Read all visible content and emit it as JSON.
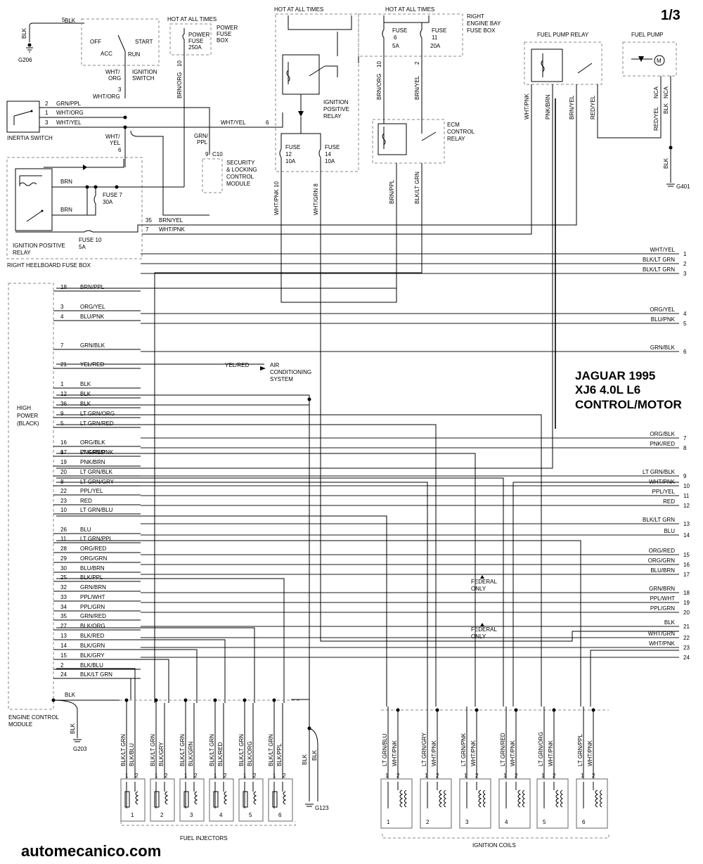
{
  "header": {
    "page": "1/3",
    "title_lines": [
      "JAGUAR 1995",
      "XJ6  4.0L  L6",
      "CONTROL/MOTOR"
    ],
    "watermark": "automecanico.com"
  },
  "top": {
    "blk": "BLK",
    "pin5": "5",
    "g206": "G206",
    "ign_off": "OFF",
    "ign_acc": "ACC",
    "ign_start": "START",
    "ign_run": "RUN",
    "ign_switch": [
      "IGNITION",
      "SWITCH"
    ],
    "wht_org": [
      "WHT/",
      "ORG"
    ],
    "pin3": "3",
    "wht_org2": "WHT/ORG",
    "hot1": "HOT AT ALL TIMES",
    "power_fuse": [
      "POWER",
      "FUSE",
      "250A"
    ],
    "power_fuse_box": [
      "POWER",
      "FUSE",
      "BOX"
    ],
    "brn_org": "BRN/ORG",
    "pin10": "10",
    "hot2": "HOT AT ALL TIMES",
    "hot3": "HOT AT ALL TIMES",
    "ign_pos_relay": [
      "IGNITION",
      "POSITIVE",
      "RELAY"
    ],
    "right_bay": [
      "RIGHT",
      "ENGINE BAY",
      "FUSE BOX"
    ],
    "fuse6": [
      "FUSE",
      "6",
      "5A"
    ],
    "fuse11": [
      "FUSE",
      "11",
      "20A"
    ],
    "brn_org_10": "BRN/ORG",
    "pin10b": "10",
    "brn_yel_2": "BRN/YEL",
    "pin2": "2",
    "ecm_relay": [
      "ECM",
      "CONTROL",
      "RELAY"
    ],
    "fuse12": [
      "FUSE",
      "12",
      "10A"
    ],
    "fuse14": [
      "FUSE",
      "14",
      "10A"
    ],
    "fuel_pump_relay": "FUEL PUMP RELAY",
    "fuel_pump": "FUEL PUMP",
    "fp_wires": [
      "WHT/PNK",
      "PNK/BRN",
      "BRN/YEL",
      "RED/YEL"
    ],
    "nca1": "NCA",
    "nca2": "NCA",
    "red_yel": "RED/YEL",
    "blk2": "BLK",
    "blk3": "BLK",
    "g401": "G401",
    "motor": "M",
    "grn_ppl_2": "GRN/PPL",
    "wht_org_1": "WHT/ORG",
    "wht_yel_3": "WHT/YEL",
    "pins_inertia": [
      "2",
      "1",
      "3"
    ],
    "inertia": "INERTIA SWITCH",
    "wht_yel_6": "WHT/YEL",
    "pin6": "6",
    "wht_yel_vert": [
      "WHT/",
      "YEL"
    ],
    "pin6b": "6",
    "grn_ppl": [
      "GRN/",
      "PPL"
    ],
    "c10_pin": "9",
    "c10": "C10",
    "security": [
      "SECURITY",
      "& LOCKING",
      "CONTROL",
      "MODULE"
    ],
    "brn1": "BRN",
    "brn2": "BRN",
    "fuse7": [
      "FUSE 7",
      "30A"
    ],
    "fuse10": [
      "FUSE 10",
      "5A"
    ],
    "ign_pos_relay2": [
      "IGNITION POSITIVE",
      "RELAY"
    ],
    "heelboard": "RIGHT HEELBOARD FUSE BOX",
    "pin35": "35",
    "brn_yel": "BRN/YEL",
    "pin7": "7",
    "wht_pnk": "WHT/PNK",
    "wht_pnk_10": "WHT/PNK  10",
    "wht_grn_8": "WHT/GRN  8",
    "brn_ppl": "BRN/PPL",
    "blk_ltgrn": "BLK/LT GRN"
  },
  "ecm": {
    "high_power": [
      "HIGH",
      "POWER",
      "(BLACK)"
    ],
    "module": [
      "ENGINE CONTROL",
      "MODULE"
    ],
    "blk": "BLK",
    "blk_g": "BLK",
    "g203": "G203",
    "pins": [
      {
        "pin": "18",
        "color": "BRN/PPL"
      },
      {
        "pin": "3",
        "color": "ORG/YEL"
      },
      {
        "pin": "4",
        "color": "BLU/PNK"
      },
      {
        "pin": "7",
        "color": "GRN/BLK"
      },
      {
        "pin": "21",
        "color": "YEL/RED"
      },
      {
        "pin": "1",
        "color": "BLK"
      },
      {
        "pin": "12",
        "color": "BLK"
      },
      {
        "pin": "36",
        "color": "BLK"
      },
      {
        "pin": "9",
        "color": "LT GRN/ORG"
      },
      {
        "pin": "5",
        "color": "LT GRN/RED"
      },
      {
        "pin": "16",
        "color": "ORG/BLK"
      },
      {
        "pin": "17",
        "color": "PNK/RED"
      },
      {
        "pin": "6",
        "color": "LT GRN/PNK"
      },
      {
        "pin": "19",
        "color": "PNK/BRN"
      },
      {
        "pin": "20",
        "color": "LT GRN/BLK"
      },
      {
        "pin": "8",
        "color": "LT GRN/GRY"
      },
      {
        "pin": "22",
        "color": "PPL/YEL"
      },
      {
        "pin": "23",
        "color": "RED"
      },
      {
        "pin": "10",
        "color": "LT GRN/BLU"
      },
      {
        "pin": "26",
        "color": "BLU"
      },
      {
        "pin": "11",
        "color": "LT GRN/PPL"
      },
      {
        "pin": "28",
        "color": "ORG/RED"
      },
      {
        "pin": "29",
        "color": "ORG/GRN"
      },
      {
        "pin": "30",
        "color": "BLU/BRN"
      },
      {
        "pin": "25",
        "color": "BLK/PPL"
      },
      {
        "pin": "32",
        "color": "GRN/BRN"
      },
      {
        "pin": "33",
        "color": "PPL/WHT"
      },
      {
        "pin": "34",
        "color": "PPL/GRN"
      },
      {
        "pin": "35",
        "color": "GRN/RED"
      },
      {
        "pin": "27",
        "color": "BLK/ORG"
      },
      {
        "pin": "13",
        "color": "BLK/RED"
      },
      {
        "pin": "14",
        "color": "BLK/GRN"
      },
      {
        "pin": "15",
        "color": "BLK/GRY"
      },
      {
        "pin": "2",
        "color": "BLK/BLU"
      },
      {
        "pin": "24",
        "color": "BLK/LT GRN"
      }
    ],
    "ac_wire": "YEL/RED",
    "ac_system": [
      "AIR",
      "CONDITIONING",
      "SYSTEM"
    ],
    "federal": [
      "FEDERAL",
      "ONLY"
    ],
    "federal2": [
      "FEDERAL",
      "ONLY"
    ]
  },
  "right_refs": [
    {
      "color": "WHT/YEL",
      "num": "1"
    },
    {
      "color": "BLK/LT GRN",
      "num": "2"
    },
    {
      "color": "BLK/LT GRN",
      "num": "3"
    },
    {
      "color": "ORG/YEL",
      "num": "4"
    },
    {
      "color": "BLU/PNK",
      "num": "5"
    },
    {
      "color": "GRN/BLK",
      "num": "6"
    },
    {
      "color": "ORG/BLK",
      "num": "7"
    },
    {
      "color": "PNK/RED",
      "num": "8"
    },
    {
      "color": "LT GRN/BLK",
      "num": "9"
    },
    {
      "color": "WHT/PNK",
      "num": "10"
    },
    {
      "color": "PPL/YEL",
      "num": "11"
    },
    {
      "color": "RED",
      "num": "12"
    },
    {
      "color": "BLK/LT GRN",
      "num": "13"
    },
    {
      "color": "BLU",
      "num": "14"
    },
    {
      "color": "ORG/RED",
      "num": "15"
    },
    {
      "color": "ORG/GRN",
      "num": "16"
    },
    {
      "color": "BLU/BRN",
      "num": "17"
    },
    {
      "color": "GRN/BRN",
      "num": "18"
    },
    {
      "color": "PPL/WHT",
      "num": "19"
    },
    {
      "color": "PPL/GRN",
      "num": "20"
    },
    {
      "color": "BLK",
      "num": "21"
    },
    {
      "color": "WHT/GRN",
      "num": "22"
    },
    {
      "color": "WHT/PNK",
      "num": "23"
    },
    {
      "color": "",
      "num": "24"
    }
  ],
  "injectors": {
    "label": "FUEL INJECTORS",
    "items": [
      {
        "n": "1",
        "a": "BLK/LT GRN",
        "b": "BLK/BLU"
      },
      {
        "n": "2",
        "a": "BLK/LT GRN",
        "b": "BLK/GRY"
      },
      {
        "n": "3",
        "a": "BLK/LT GRN",
        "b": "BLK/GRN"
      },
      {
        "n": "4",
        "a": "BLK/LT GRN",
        "b": "BLK/RED"
      },
      {
        "n": "5",
        "a": "BLK/LT GRN",
        "b": "BLK/ORG"
      },
      {
        "n": "6",
        "a": "BLK/LT GRN",
        "b": "BLK/PPL"
      }
    ],
    "g123": "G123",
    "blk_a": "BLK",
    "blk_b": "BLK"
  },
  "coils": {
    "label": "IGNITION COILS",
    "items": [
      {
        "n": "1",
        "a": "LT GRN/BLU",
        "b": "WHT/PNK"
      },
      {
        "n": "2",
        "a": "LT GRN/GRY",
        "b": "WHT/PNK"
      },
      {
        "n": "3",
        "a": "LT GRN/PNK",
        "b": "WHT/PNK"
      },
      {
        "n": "4",
        "a": "LT GRN/RED",
        "b": "WHT/PNK"
      },
      {
        "n": "5",
        "a": "LT GRN/ORG",
        "b": "WHT/PNK"
      },
      {
        "n": "6",
        "a": "LT GRN/PPL",
        "b": "WHT/PNK"
      }
    ]
  }
}
